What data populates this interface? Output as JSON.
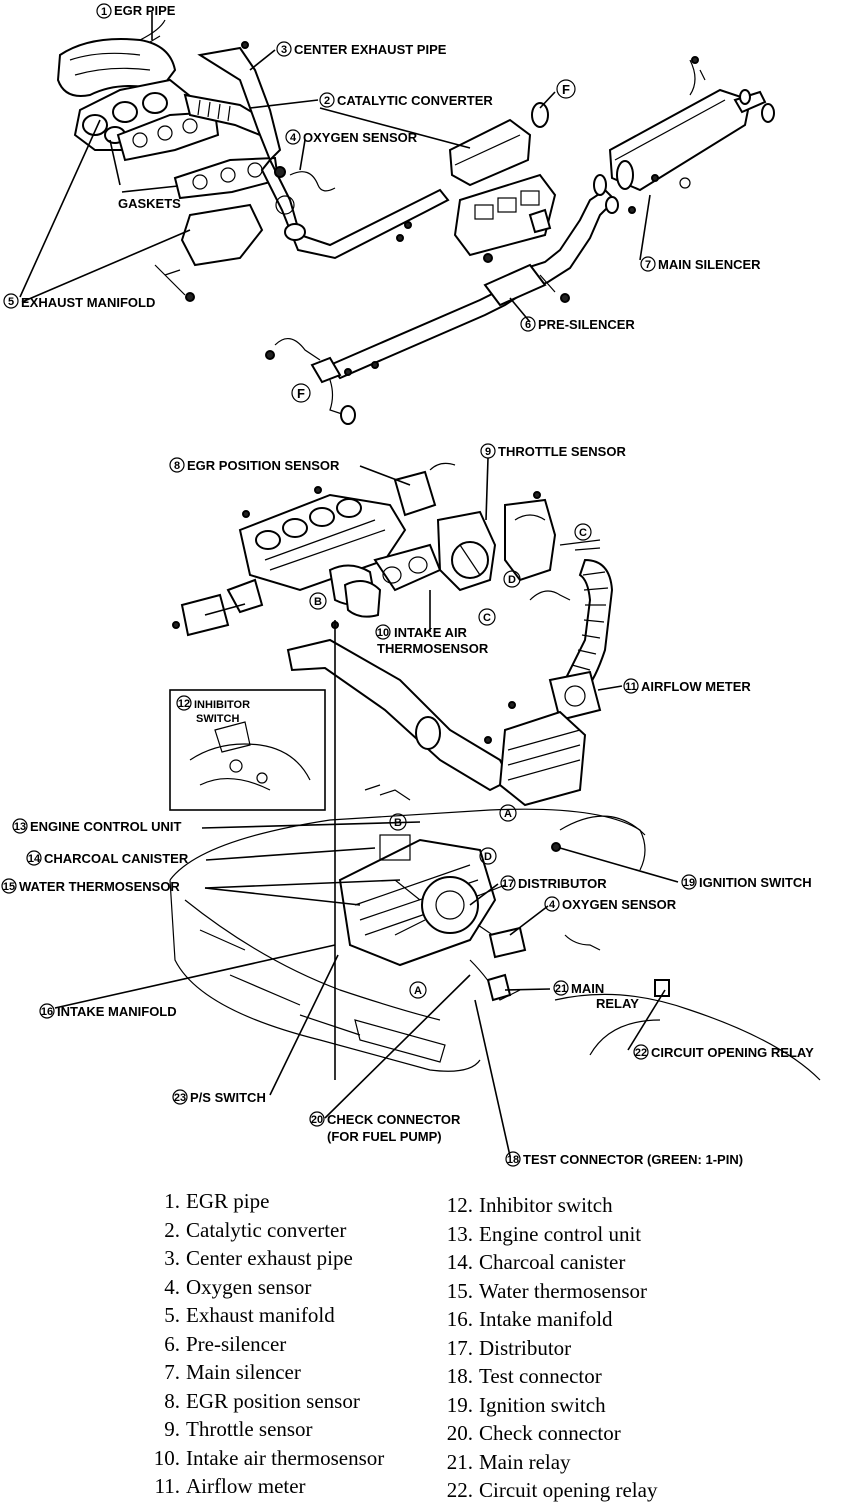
{
  "callouts": {
    "c1": "EGR PIPE",
    "c2": "CATALYTIC CONVERTER",
    "c3": "CENTER EXHAUST PIPE",
    "c4a": "OXYGEN SENSOR",
    "gaskets": "GASKETS",
    "c5": "EXHAUST MANIFOLD",
    "c6": "PRE-SILENCER",
    "c7": "MAIN SILENCER",
    "c8": "EGR POSITION SENSOR",
    "c9": "THROTTLE SENSOR",
    "c10_line1": "INTAKE AIR",
    "c10_line2": "THERMOSENSOR",
    "c11": "AIRFLOW METER",
    "c12_line1": "INHIBITOR",
    "c12_line2": "SWITCH",
    "c13": "ENGINE CONTROL UNIT",
    "c14": "CHARCOAL CANISTER",
    "c15": "WATER THERMOSENSOR",
    "c16": "INTAKE MANIFOLD",
    "c17": "DISTRIBUTOR",
    "c18": "TEST CONNECTOR (GREEN: 1-PIN)",
    "c19": "IGNITION SWITCH",
    "c20_line1": "CHECK CONNECTOR",
    "c20_line2": "(FOR FUEL PUMP)",
    "c21_line1": "MAIN",
    "c21_line2": "RELAY",
    "c22": "CIRCUIT OPENING RELAY",
    "c23": "P/S SWITCH",
    "c4b": "OXYGEN SENSOR"
  },
  "callout_numbers": {
    "n1": "1",
    "n2": "2",
    "n3": "3",
    "n4": "4",
    "n5": "5",
    "n6": "6",
    "n7": "7",
    "n8": "8",
    "n9": "9",
    "n10": "10",
    "n11": "11",
    "n12": "12",
    "n13": "13",
    "n14": "14",
    "n15": "15",
    "n16": "16",
    "n17": "17",
    "n18": "18",
    "n19": "19",
    "n20": "20",
    "n21": "21",
    "n22": "22",
    "n23": "23"
  },
  "connectors": {
    "A": "A",
    "B": "B",
    "C": "C",
    "D": "D",
    "F": "F"
  },
  "legend_left": [
    {
      "num": "1.",
      "text": "EGR pipe"
    },
    {
      "num": "2.",
      "text": "Catalytic converter"
    },
    {
      "num": "3.",
      "text": "Center exhaust pipe"
    },
    {
      "num": "4.",
      "text": "Oxygen sensor"
    },
    {
      "num": "5.",
      "text": "Exhaust manifold"
    },
    {
      "num": "6.",
      "text": "Pre-silencer"
    },
    {
      "num": "7.",
      "text": "Main silencer"
    },
    {
      "num": "8.",
      "text": "EGR position sensor"
    },
    {
      "num": "9.",
      "text": "Throttle sensor"
    },
    {
      "num": "10.",
      "text": "Intake air thermosensor"
    },
    {
      "num": "11.",
      "text": "Airflow meter"
    }
  ],
  "legend_right": [
    {
      "num": "12.",
      "text": "Inhibitor switch"
    },
    {
      "num": "13.",
      "text": "Engine control unit"
    },
    {
      "num": "14.",
      "text": "Charcoal canister"
    },
    {
      "num": "15.",
      "text": "Water thermosensor"
    },
    {
      "num": "16.",
      "text": "Intake manifold"
    },
    {
      "num": "17.",
      "text": "Distributor"
    },
    {
      "num": "18.",
      "text": "Test connector"
    },
    {
      "num": "19.",
      "text": "Ignition switch"
    },
    {
      "num": "20.",
      "text": "Check connector"
    },
    {
      "num": "21.",
      "text": "Main relay"
    },
    {
      "num": "22.",
      "text": "Circuit opening relay"
    }
  ]
}
